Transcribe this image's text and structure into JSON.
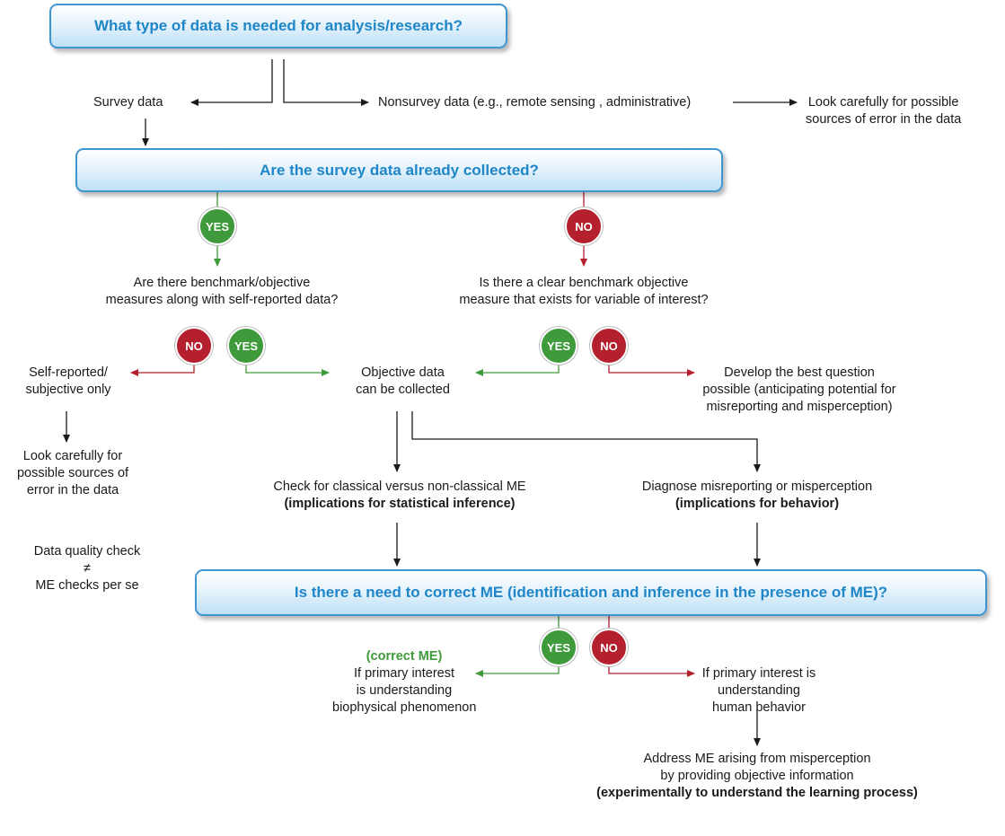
{
  "questions": {
    "q1": "What type of data is needed for analysis/research?",
    "q2": "Are the survey data already collected?",
    "q3": "Is there a need to correct ME (identification and inference in the presence of ME)?"
  },
  "badges": {
    "yes": "YES",
    "no": "NO"
  },
  "nodes": {
    "survey": "Survey data",
    "nonsurvey": "Nonsurvey data (e.g., remote sensing , administrative)",
    "look_nonsurvey": [
      "Look carefully for possible",
      "sources of error in the data"
    ],
    "benchmark_q": [
      "Are there benchmark/objective",
      "measures along with self-reported data?"
    ],
    "clear_benchmark_q": [
      "Is there a clear benchmark objective",
      "measure that exists for variable of interest?"
    ],
    "self_reported": [
      "Self-reported/",
      "subjective only"
    ],
    "objective": [
      "Objective data",
      "can be collected"
    ],
    "develop": [
      "Develop the best question",
      "possible (anticipating potential for",
      "misreporting and misperception)"
    ],
    "look_self": [
      "Look carefully for",
      "possible sources of",
      "error in the data"
    ],
    "classical": [
      "Check for classical versus non-classical ME",
      "(implications for statistical inference)"
    ],
    "diagnose": [
      "Diagnose misreporting or misperception",
      "(implications for behavior)"
    ],
    "dq_check": [
      "Data quality check",
      "≠",
      "ME checks per se"
    ],
    "correct_me": "(correct ME)",
    "biophysical": [
      "If primary interest",
      "is understanding",
      "biophysical phenomenon"
    ],
    "human": [
      "If primary interest is",
      "understanding",
      "human behavior"
    ],
    "address": [
      "Address ME arising from misperception",
      "by providing objective information",
      "(experimentally to understand the learning process)"
    ]
  },
  "colors": {
    "box_border": "#3f95cf",
    "box_text": "#1f86c8",
    "yes": "#3e9a3b",
    "no": "#b5202e",
    "arrow": "#1a1a1a"
  }
}
